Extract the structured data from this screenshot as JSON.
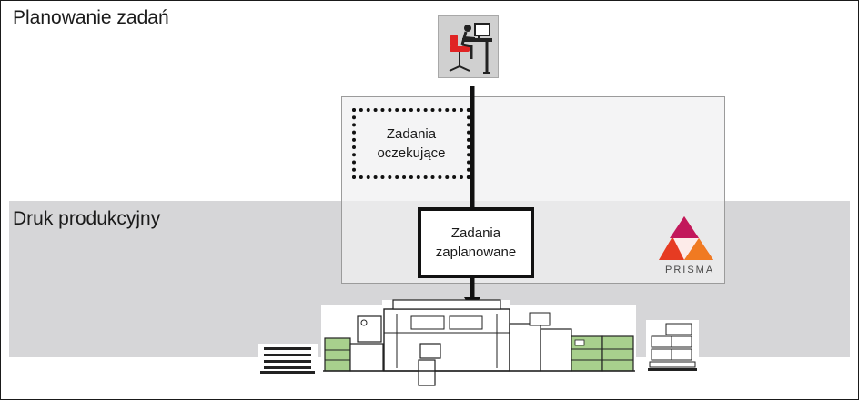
{
  "labels": {
    "scheduling": "Planowanie zadań",
    "production": "Druk produkcyjny"
  },
  "nodes": {
    "pending_jobs": "Zadania\noczekujące",
    "scheduled_jobs": "Zadania\nzaplanowane"
  },
  "logo": {
    "text": "PRISMA",
    "colors": [
      "#e63b22",
      "#c2185b",
      "#f07a22"
    ]
  },
  "icons": [
    "workstation-icon",
    "production-printer-icon",
    "paper-stack-icon"
  ],
  "colors": {
    "band": "#d6d6d8",
    "stacker_green": "#a8d08d",
    "line": "#111111"
  }
}
